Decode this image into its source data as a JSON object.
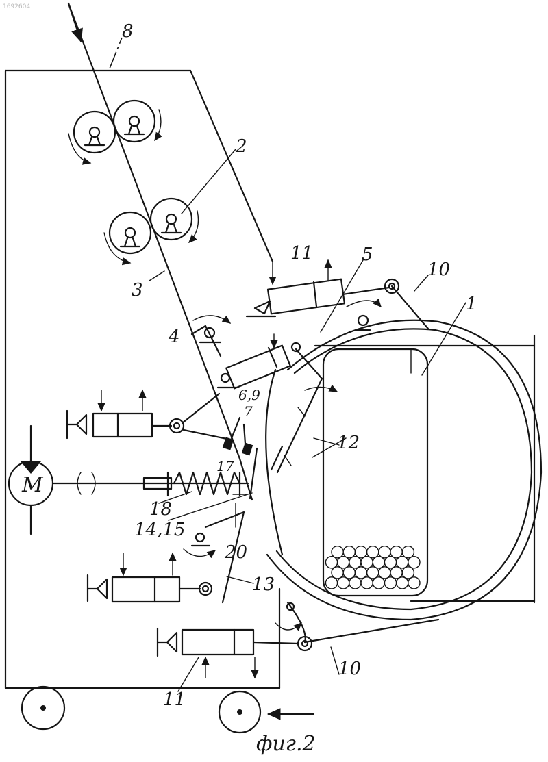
{
  "caption": "фиг.2",
  "corner_text": "1692604",
  "motor_letter": "M",
  "labels": {
    "l1": "1",
    "l2": "2",
    "l3": "3",
    "l4": "4",
    "l5": "5",
    "l7": "7",
    "l8": "8",
    "l10a": "10",
    "l10b": "10",
    "l11a": "11",
    "l11b": "11",
    "l12": "12",
    "l13": "13",
    "l17": "17",
    "l18": "18",
    "l20": "20",
    "l69": "6,9",
    "l1415": "14,15"
  }
}
